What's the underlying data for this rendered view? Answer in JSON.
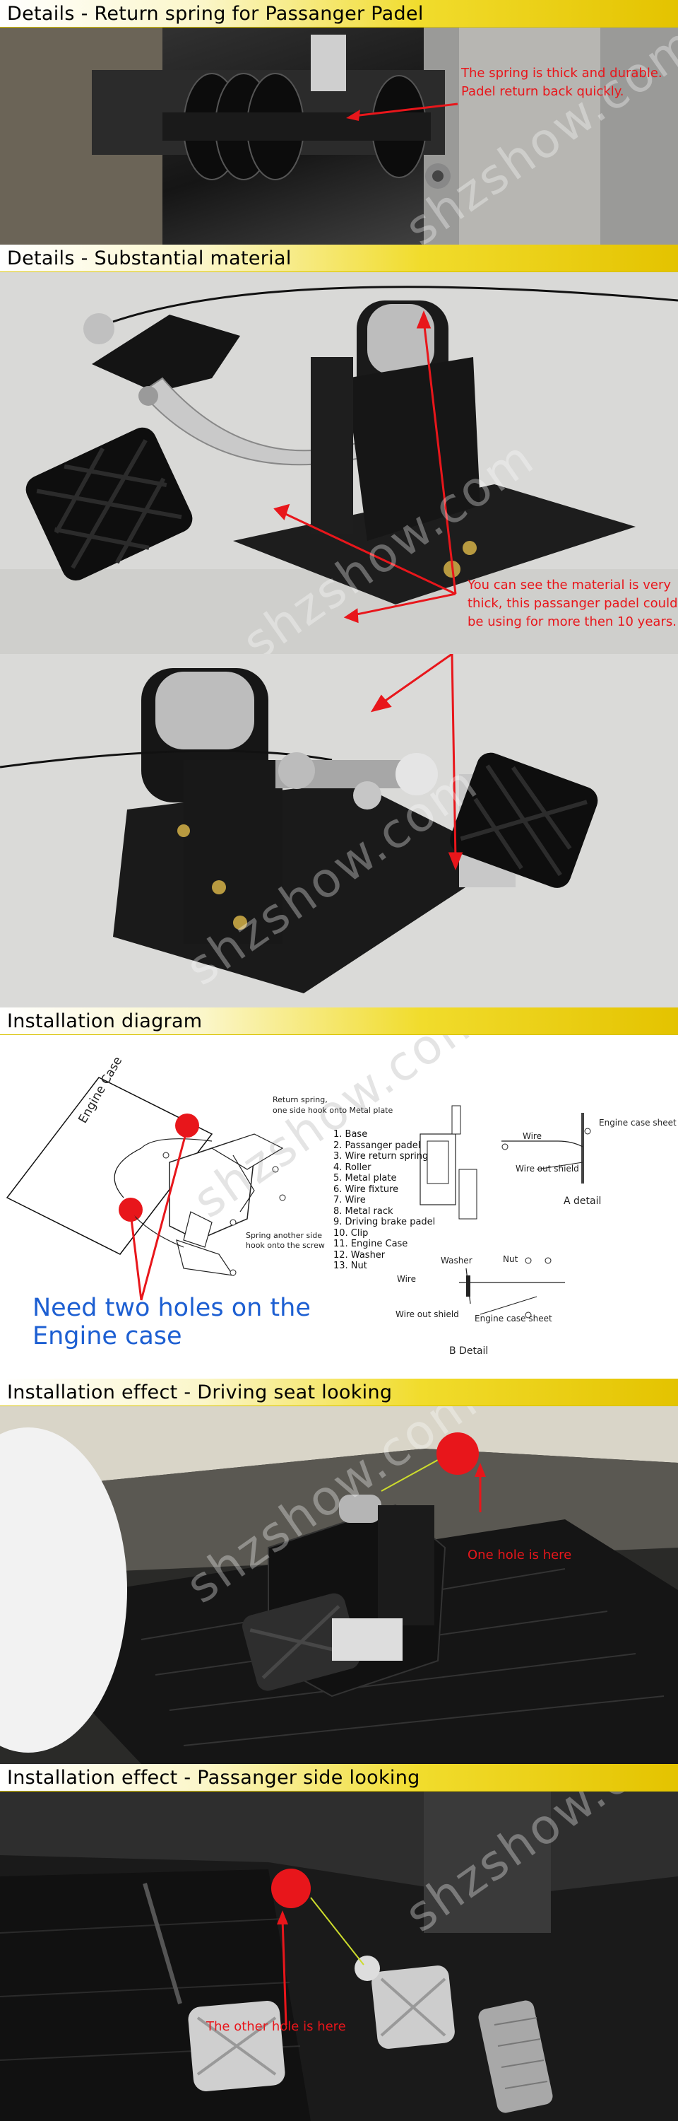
{
  "sections": {
    "s1": {
      "title": "Details - Return spring for Passanger Padel",
      "note_l1": "The spring is thick and durable.",
      "note_l2": "Padel return back quickly."
    },
    "s2": {
      "title": "Details - Substantial material",
      "note_l1": "You can see the material is very",
      "note_l2": "thick, this passanger padel could",
      "note_l3": "be using for more then 10 years."
    },
    "s3": {
      "title": "Installation diagram",
      "engine_case_label": "Engine Case",
      "return_spring_l1": "Return spring,",
      "return_spring_l2": "one side hook onto Metal plate",
      "spring_other_l1": "Spring another side",
      "spring_other_l2": "hook onto the screw",
      "parts": [
        "1. Base",
        "2. Passanger padel",
        "3. Wire return spring",
        "4. Roller",
        "5. Metal plate",
        "6. Wire fixture",
        "7. Wire",
        "8. Metal rack",
        "9. Driving brake padel",
        "10. Clip",
        "11. Engine Case",
        "12. Washer",
        "13. Nut"
      ],
      "a_wire": "Wire",
      "a_engine_sheet": "Engine case sheet",
      "a_wire_out_shield": "Wire out shield",
      "a_detail": "A detail",
      "b_wire": "Wire",
      "b_washer": "Washer",
      "b_nut": "Nut",
      "b_wire_out_shield": "Wire out shield",
      "b_engine_sheet": "Engine case sheet",
      "b_detail": "B Detail",
      "holes_l1": "Need two holes on the",
      "holes_l2": "Engine case"
    },
    "s4": {
      "title": "Installation effect - Driving seat looking",
      "hole_label": "One hole is here"
    },
    "s5": {
      "title": "Installation effect - Passanger side looking",
      "hole_label": "The other hole is here"
    }
  },
  "watermark": "shzshow.com",
  "colors": {
    "banner_yellow": "#e4c300",
    "annotation_red": "#e8161b",
    "note_blue": "#1d5fd2"
  }
}
